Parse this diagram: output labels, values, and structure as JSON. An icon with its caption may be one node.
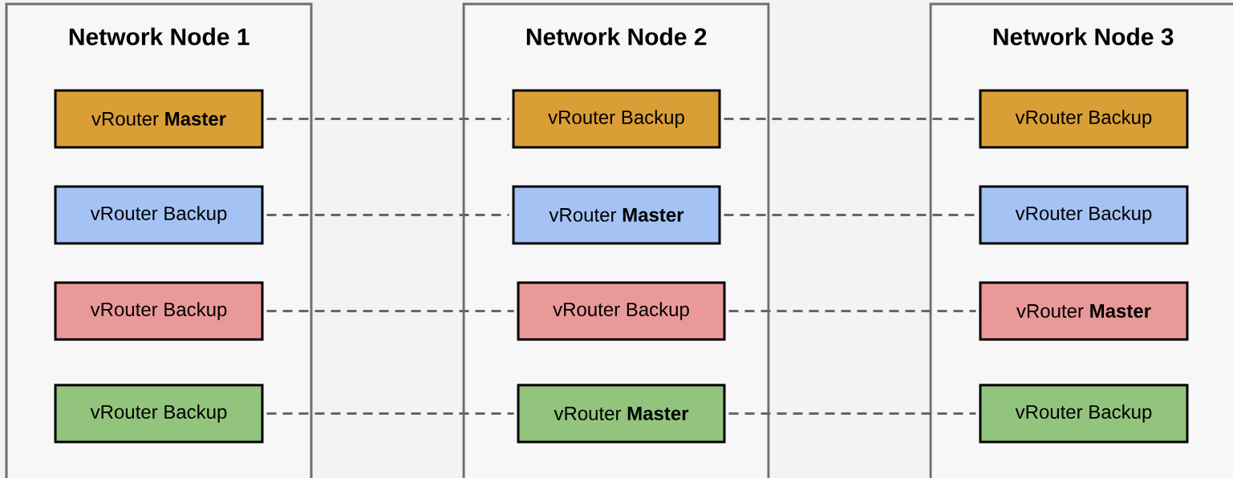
{
  "diagram": {
    "nodes": [
      {
        "text": [
          "Network Node 1"
        ]
      },
      {
        "text": [
          "vRouter **Master**"
        ],
        "in": 0
      },
      {
        "text": [
          "vRouter Backup"
        ],
        "in": 0
      },
      {
        "text": [
          "vRouter Backup"
        ],
        "in": 0
      },
      {
        "text": [
          "vRouter Backup"
        ],
        "in": 0
      },
      {
        "text": [
          "Network Node 2"
        ]
      },
      {
        "text": [
          "vRouter Backup"
        ],
        "in": 5
      },
      {
        "text": [
          "vRouter **Master**"
        ],
        "in": 5
      },
      {
        "text": [
          "vRouter Backup"
        ],
        "in": 5
      },
      {
        "text": [
          "vRouter **Master**"
        ],
        "in": 5
      },
      {
        "text": [
          "Network Node 3"
        ]
      },
      {
        "text": [
          "vRouter Backup"
        ],
        "in": 10
      },
      {
        "text": [
          "vRouter Backup"
        ],
        "in": 10
      },
      {
        "text": [
          "vRouter **Master**"
        ],
        "in": 10
      },
      {
        "text": [
          "vRouter Backup"
        ],
        "in": 10
      }
    ],
    "edges": [
      {
        "from": 1,
        "to": 6,
        "arrow": "none",
        "style": "dashed"
      },
      {
        "from": 6,
        "to": 11,
        "arrow": "none",
        "style": "dashed"
      },
      {
        "from": 2,
        "to": 7,
        "arrow": "none",
        "style": "dashed"
      },
      {
        "from": 7,
        "to": 12,
        "arrow": "none",
        "style": "dashed"
      },
      {
        "from": 3,
        "to": 8,
        "arrow": "none",
        "style": "dashed"
      },
      {
        "from": 8,
        "to": 13,
        "arrow": "none",
        "style": "dashed"
      },
      {
        "from": 4,
        "to": 9,
        "arrow": "none",
        "style": "dashed"
      },
      {
        "from": 9,
        "to": 14,
        "arrow": "none",
        "style": "dashed"
      }
    ]
  }
}
